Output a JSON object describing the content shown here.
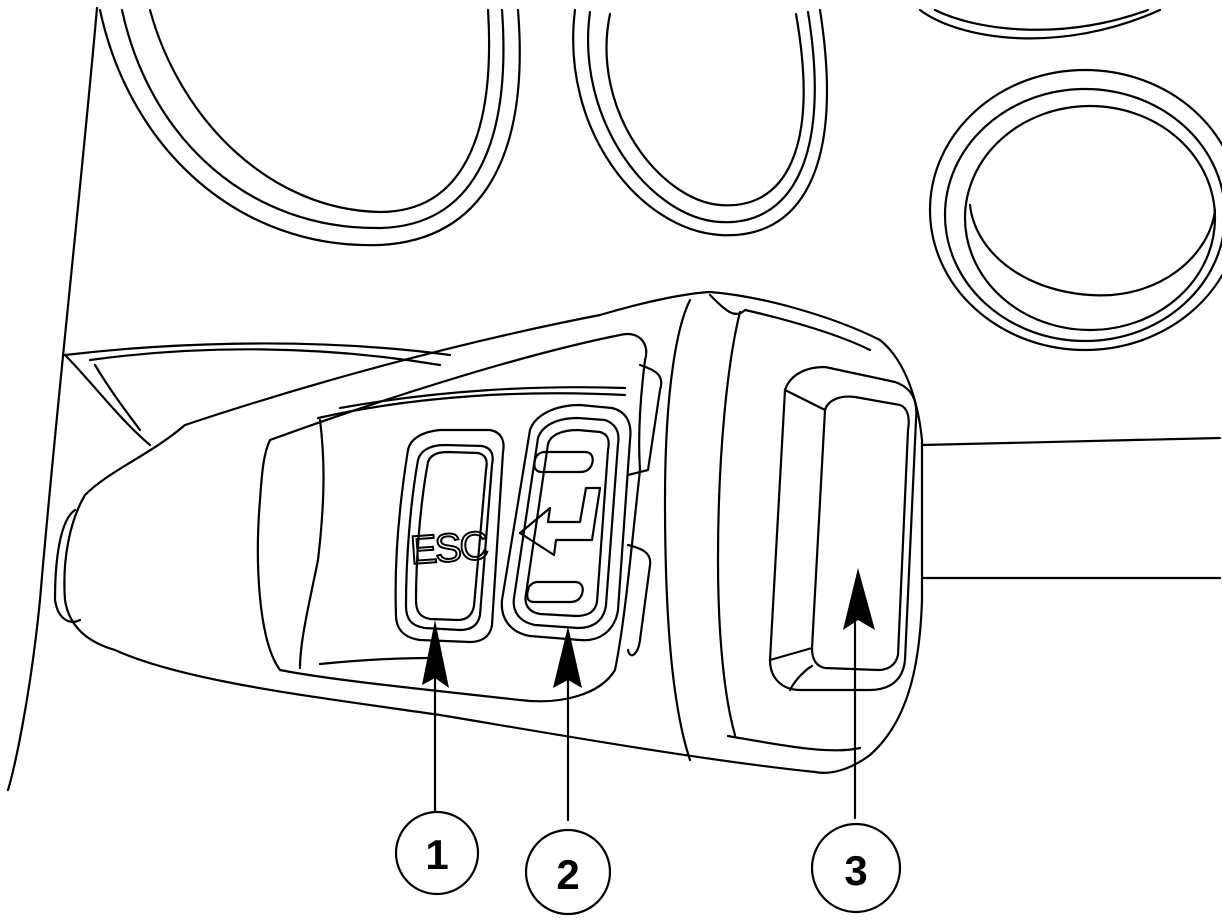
{
  "diagram": {
    "labels": {
      "esc_key": "ESC"
    },
    "callouts": [
      "1",
      "2",
      "3"
    ],
    "colors": {
      "line": "#000000",
      "background": "#ffffff"
    }
  }
}
